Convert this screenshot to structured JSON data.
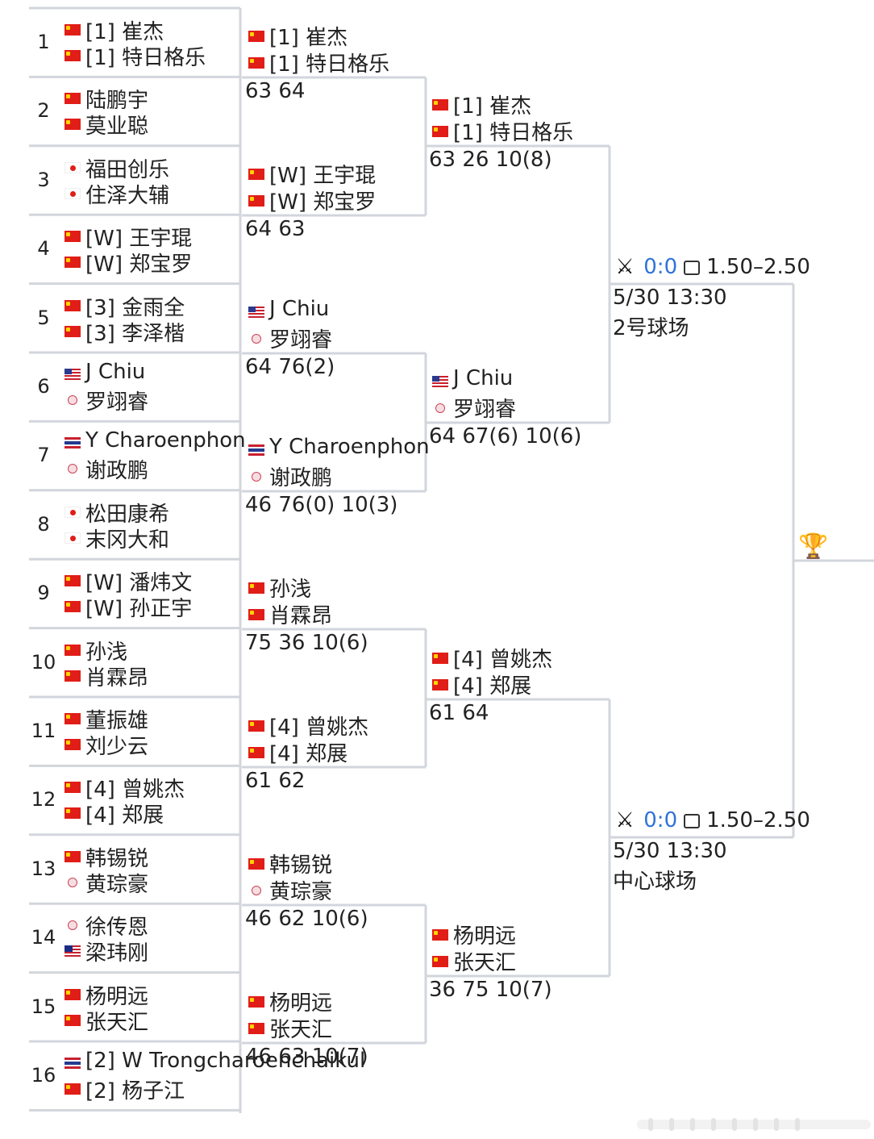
{
  "round1": [
    {
      "num": "1",
      "p1": {
        "flag": "cn",
        "name": "[1] 崔杰"
      },
      "p2": {
        "flag": "cn",
        "name": "[1] 特日格乐"
      }
    },
    {
      "num": "2",
      "p1": {
        "flag": "cn",
        "name": "陆鹏宇"
      },
      "p2": {
        "flag": "cn",
        "name": "莫业聪"
      }
    },
    {
      "num": "3",
      "p1": {
        "flag": "jp",
        "name": "福田创乐"
      },
      "p2": {
        "flag": "jp",
        "name": "住泽大辅"
      }
    },
    {
      "num": "4",
      "p1": {
        "flag": "cn",
        "name": "[W] 王宇琨"
      },
      "p2": {
        "flag": "cn",
        "name": "[W] 郑宝罗"
      }
    },
    {
      "num": "5",
      "p1": {
        "flag": "cn",
        "name": "[3] 金雨全"
      },
      "p2": {
        "flag": "cn",
        "name": "[3] 李泽楷"
      }
    },
    {
      "num": "6",
      "p1": {
        "flag": "us",
        "name": "J Chiu"
      },
      "p2": {
        "flag": "tpe",
        "name": "罗翊睿"
      }
    },
    {
      "num": "7",
      "p1": {
        "flag": "th",
        "name": "Y Charoenphon"
      },
      "p2": {
        "flag": "tpe",
        "name": "谢政鹏"
      }
    },
    {
      "num": "8",
      "p1": {
        "flag": "jp",
        "name": "松田康希"
      },
      "p2": {
        "flag": "jp",
        "name": "末冈大和"
      }
    },
    {
      "num": "9",
      "p1": {
        "flag": "cn",
        "name": "[W] 潘炜文"
      },
      "p2": {
        "flag": "cn",
        "name": "[W] 孙正宇"
      }
    },
    {
      "num": "10",
      "p1": {
        "flag": "cn",
        "name": "孙浅"
      },
      "p2": {
        "flag": "cn",
        "name": "肖霖昂"
      }
    },
    {
      "num": "11",
      "p1": {
        "flag": "cn",
        "name": "董振雄"
      },
      "p2": {
        "flag": "cn",
        "name": "刘少云"
      }
    },
    {
      "num": "12",
      "p1": {
        "flag": "cn",
        "name": "[4] 曾姚杰"
      },
      "p2": {
        "flag": "cn",
        "name": "[4] 郑展"
      }
    },
    {
      "num": "13",
      "p1": {
        "flag": "cn",
        "name": "韩锡锐"
      },
      "p2": {
        "flag": "tpe",
        "name": "黄琮豪"
      }
    },
    {
      "num": "14",
      "p1": {
        "flag": "tpe",
        "name": "徐传恩"
      },
      "p2": {
        "flag": "my",
        "name": "梁玮刚"
      }
    },
    {
      "num": "15",
      "p1": {
        "flag": "cn",
        "name": "杨明远"
      },
      "p2": {
        "flag": "cn",
        "name": "张天汇"
      }
    },
    {
      "num": "16",
      "p1": {
        "flag": "th",
        "name": "[2] W Trongcharoenchaikul"
      },
      "p2": {
        "flag": "cn",
        "name": "[2] 杨子江"
      }
    }
  ],
  "round2": [
    {
      "p1": {
        "flag": "cn",
        "name": "[1] 崔杰"
      },
      "p2": {
        "flag": "cn",
        "name": "[1] 特日格乐"
      },
      "score": "63 64"
    },
    {
      "p1": {
        "flag": "cn",
        "name": "[W] 王宇琨"
      },
      "p2": {
        "flag": "cn",
        "name": "[W] 郑宝罗"
      },
      "score": "64 63"
    },
    {
      "p1": {
        "flag": "us",
        "name": "J Chiu"
      },
      "p2": {
        "flag": "tpe",
        "name": "罗翊睿"
      },
      "score": "64 76(2)"
    },
    {
      "p1": {
        "flag": "th",
        "name": "Y Charoenphon"
      },
      "p2": {
        "flag": "tpe",
        "name": "谢政鹏"
      },
      "score": "46 76(0) 10(3)"
    },
    {
      "p1": {
        "flag": "cn",
        "name": "孙浅"
      },
      "p2": {
        "flag": "cn",
        "name": "肖霖昂"
      },
      "score": "75 36 10(6)"
    },
    {
      "p1": {
        "flag": "cn",
        "name": "[4] 曾姚杰"
      },
      "p2": {
        "flag": "cn",
        "name": "[4] 郑展"
      },
      "score": "61 62"
    },
    {
      "p1": {
        "flag": "cn",
        "name": "韩锡锐"
      },
      "p2": {
        "flag": "tpe",
        "name": "黄琮豪"
      },
      "score": "46 62 10(6)"
    },
    {
      "p1": {
        "flag": "cn",
        "name": "杨明远"
      },
      "p2": {
        "flag": "cn",
        "name": "张天汇"
      },
      "score": "46 63 10(7)"
    }
  ],
  "round3": [
    {
      "p1": {
        "flag": "cn",
        "name": "[1] 崔杰"
      },
      "p2": {
        "flag": "cn",
        "name": "[1] 特日格乐"
      },
      "score": "63 26 10(8)"
    },
    {
      "p1": {
        "flag": "us",
        "name": "J Chiu"
      },
      "p2": {
        "flag": "tpe",
        "name": "罗翊睿"
      },
      "score": "64 67(6) 10(6)"
    },
    {
      "p1": {
        "flag": "cn",
        "name": "[4] 曾姚杰"
      },
      "p2": {
        "flag": "cn",
        "name": "[4] 郑展"
      },
      "score": "61 64"
    },
    {
      "p1": {
        "flag": "cn",
        "name": "杨明远"
      },
      "p2": {
        "flag": "cn",
        "name": "张天汇"
      },
      "score": "36 75 10(7)"
    }
  ],
  "semis": [
    {
      "live_score": "0:0",
      "odds": "1.50–2.50",
      "time": "5/30 13:30",
      "court": "2号球场"
    },
    {
      "live_score": "0:0",
      "odds": "1.50–2.50",
      "time": "5/30 13:30",
      "court": "中心球场"
    }
  ],
  "colors": {
    "line": "#d2d6dc",
    "score_link": "#2f73d8",
    "trophy": "#e2a619"
  },
  "icons": {
    "trophy": "trophy-icon",
    "match": "crossed-swords-icon",
    "odds": "chart-icon"
  }
}
